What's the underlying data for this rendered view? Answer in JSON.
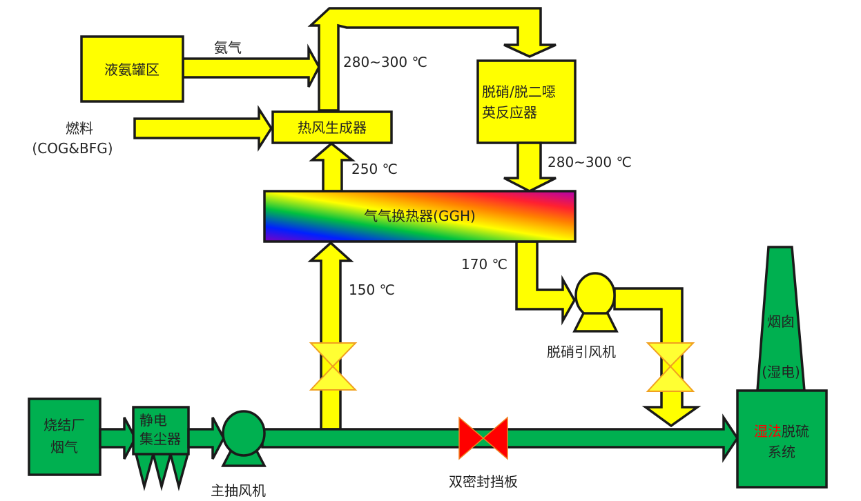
{
  "nodes": {
    "ammonia_tank": "液氨罐区",
    "ammonia": "氨气",
    "fuel": "燃料",
    "fuel_type": "(COG&BFG)",
    "hot_air_generator": "热风生成器",
    "reactor_line1": "脱硝/脱二噁",
    "reactor_line2": "英反应器",
    "ggh": "气气换热器(GGH)",
    "sinter_line1": "烧结厂",
    "sinter_line2": "烟气",
    "esp_line1": "静电",
    "esp_line2": "集尘器",
    "main_fan": "主抽风机",
    "damper": "双密封挡板",
    "denox_fan": "脱硝引风机",
    "stack_line1": "烟囱",
    "stack_line2": "(湿电)",
    "fgd_red": "湿法",
    "fgd_rest": "脱硫",
    "fgd_line2": "系统"
  },
  "temperatures": {
    "after_generator": "280~300 ℃",
    "after_reactor": "280~300 ℃",
    "to_generator": "250 ℃",
    "ggh_inlet": "150 ℃",
    "ggh_outlet": "170 ℃"
  },
  "colors": {
    "hot_path": "#ffff00",
    "flue_gas_path": "#00b050",
    "damper": "#ff0000",
    "highlight_text": "#ff0000"
  }
}
